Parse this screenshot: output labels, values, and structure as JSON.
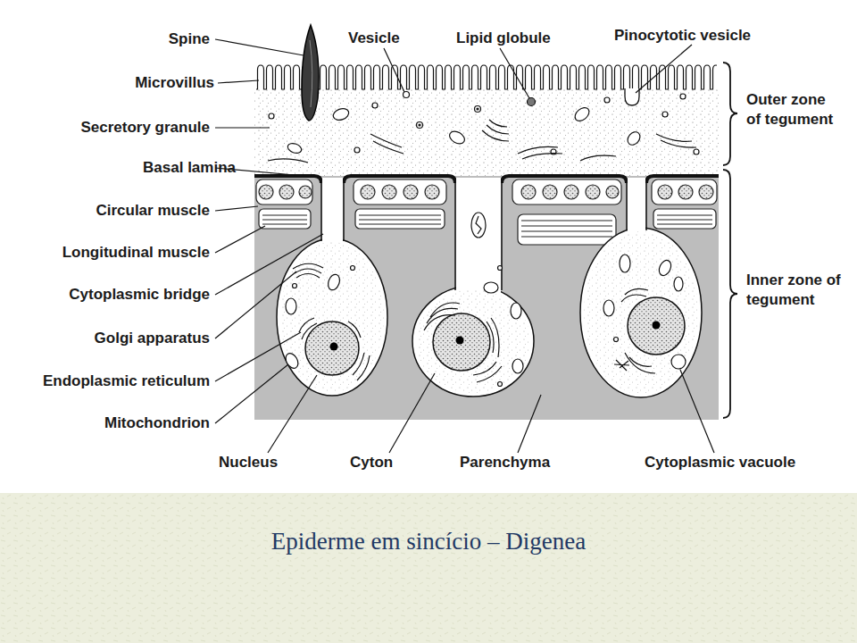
{
  "diagram": {
    "caption": "Epiderme em sincício – Digenea",
    "labels": [
      "Spine",
      "Vesicle",
      "Lipid globule",
      "Pinocytotic vesicle",
      "Microvillus",
      "Outer zone of tegument",
      "Secretory granule",
      "Basal lamina",
      "Circular muscle",
      "Longitudinal muscle",
      "Inner zone of tegument",
      "Cytoplasmic bridge",
      "Golgi apparatus",
      "Endoplasmic reticulum",
      "Mitochondrion",
      "Nucleus",
      "Cyton",
      "Parenchyma",
      "Cytoplasmic vacuole"
    ]
  }
}
